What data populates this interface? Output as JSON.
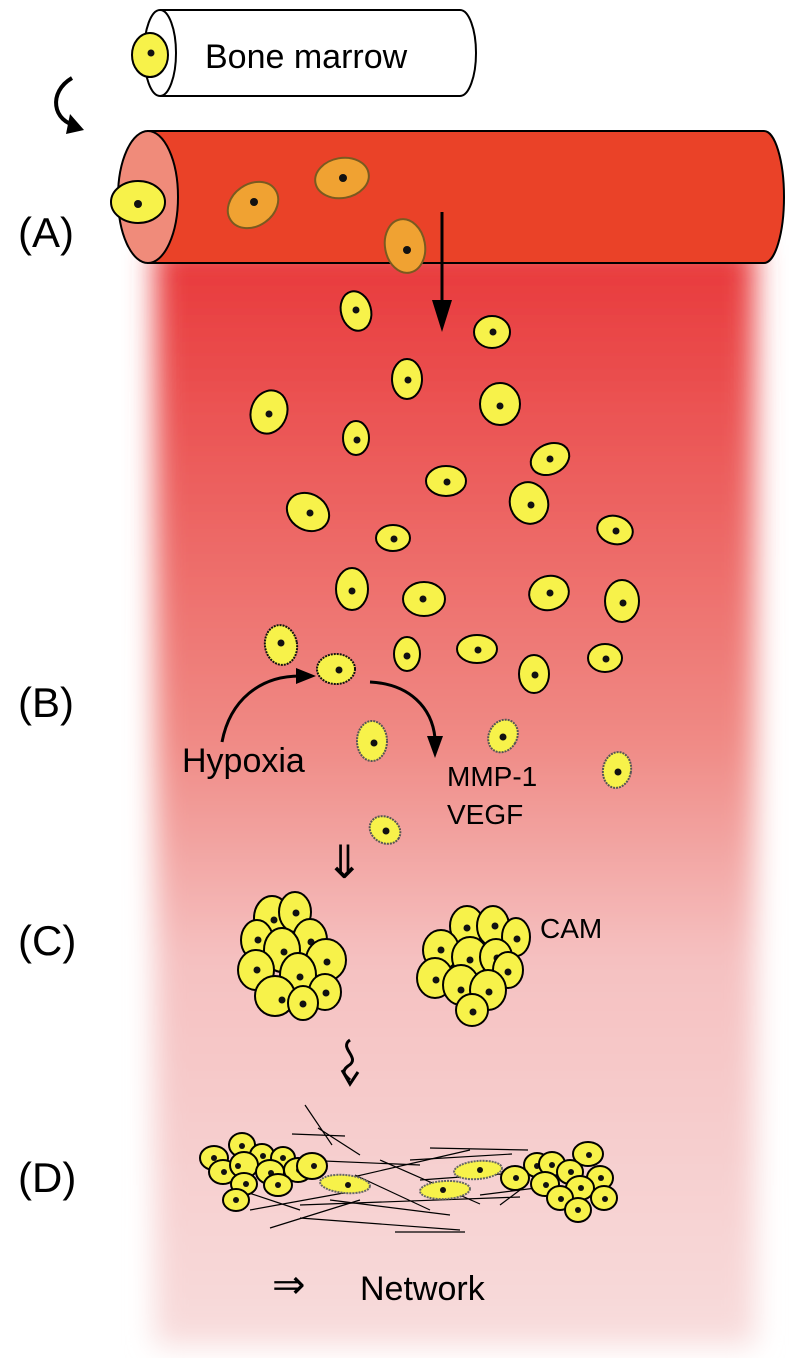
{
  "labels": {
    "bone_marrow": "Bone marrow",
    "stage_a": "(A)",
    "stage_b": "(B)",
    "stage_c": "(C)",
    "stage_d": "(D)",
    "hypoxia": "Hypoxia",
    "mmp1": "MMP-1",
    "vegf": "VEGF",
    "cam": "CAM",
    "network": "Network",
    "double_arrow_down": "⇓",
    "double_arrow_right": "⇒"
  },
  "colors": {
    "vessel_body": "#ea4228",
    "vessel_end": "#f08b7a",
    "cell_fill": "#f7f24a",
    "cell_in_vessel": "#f0a232",
    "nucleus": "#1a1a1a",
    "tissue_top": "#e8383a",
    "tissue_bottom": "#f8d8d8",
    "bone_marrow_tube": "#ffffff"
  },
  "icons": {
    "curved_arrow": "curved-arrow-icon",
    "down_arrow": "down-arrow-icon",
    "squiggle_arrow": "squiggle-arrow-icon"
  }
}
